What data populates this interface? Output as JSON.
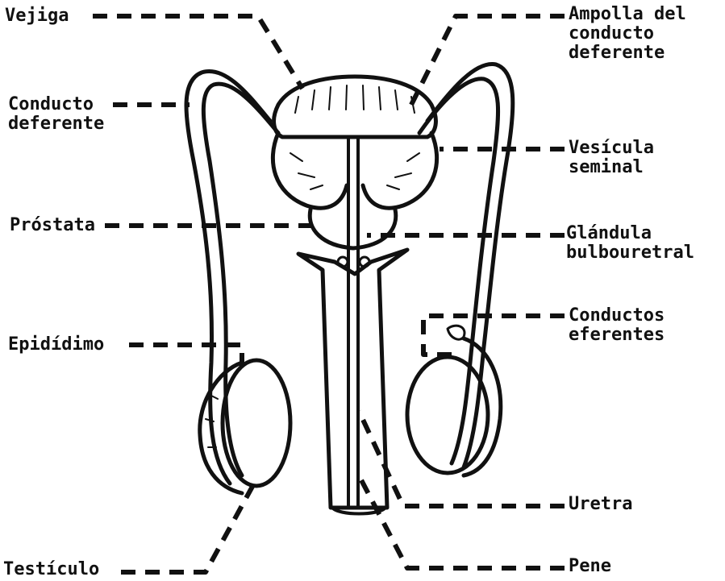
{
  "labels": {
    "vejiga": "Vejiga",
    "conducto_deferente": [
      "Conducto",
      "deferente"
    ],
    "prostata": "Próstata",
    "epididimo": "Epidídimo",
    "testiculo": "Testículo",
    "ampolla": [
      "Ampolla del",
      "conducto",
      "deferente"
    ],
    "vesicula_seminal": [
      "Vesícula",
      "seminal"
    ],
    "glandula_bulbouretral": [
      "Glándula",
      "bulbouretral"
    ],
    "conductos_eferentes": [
      "Conductos",
      "eferentes"
    ],
    "uretra": "Uretra",
    "pene": "Pene"
  },
  "colors": {
    "ink": "#111111",
    "paper": "#ffffff",
    "faded_ink": "#666666"
  }
}
